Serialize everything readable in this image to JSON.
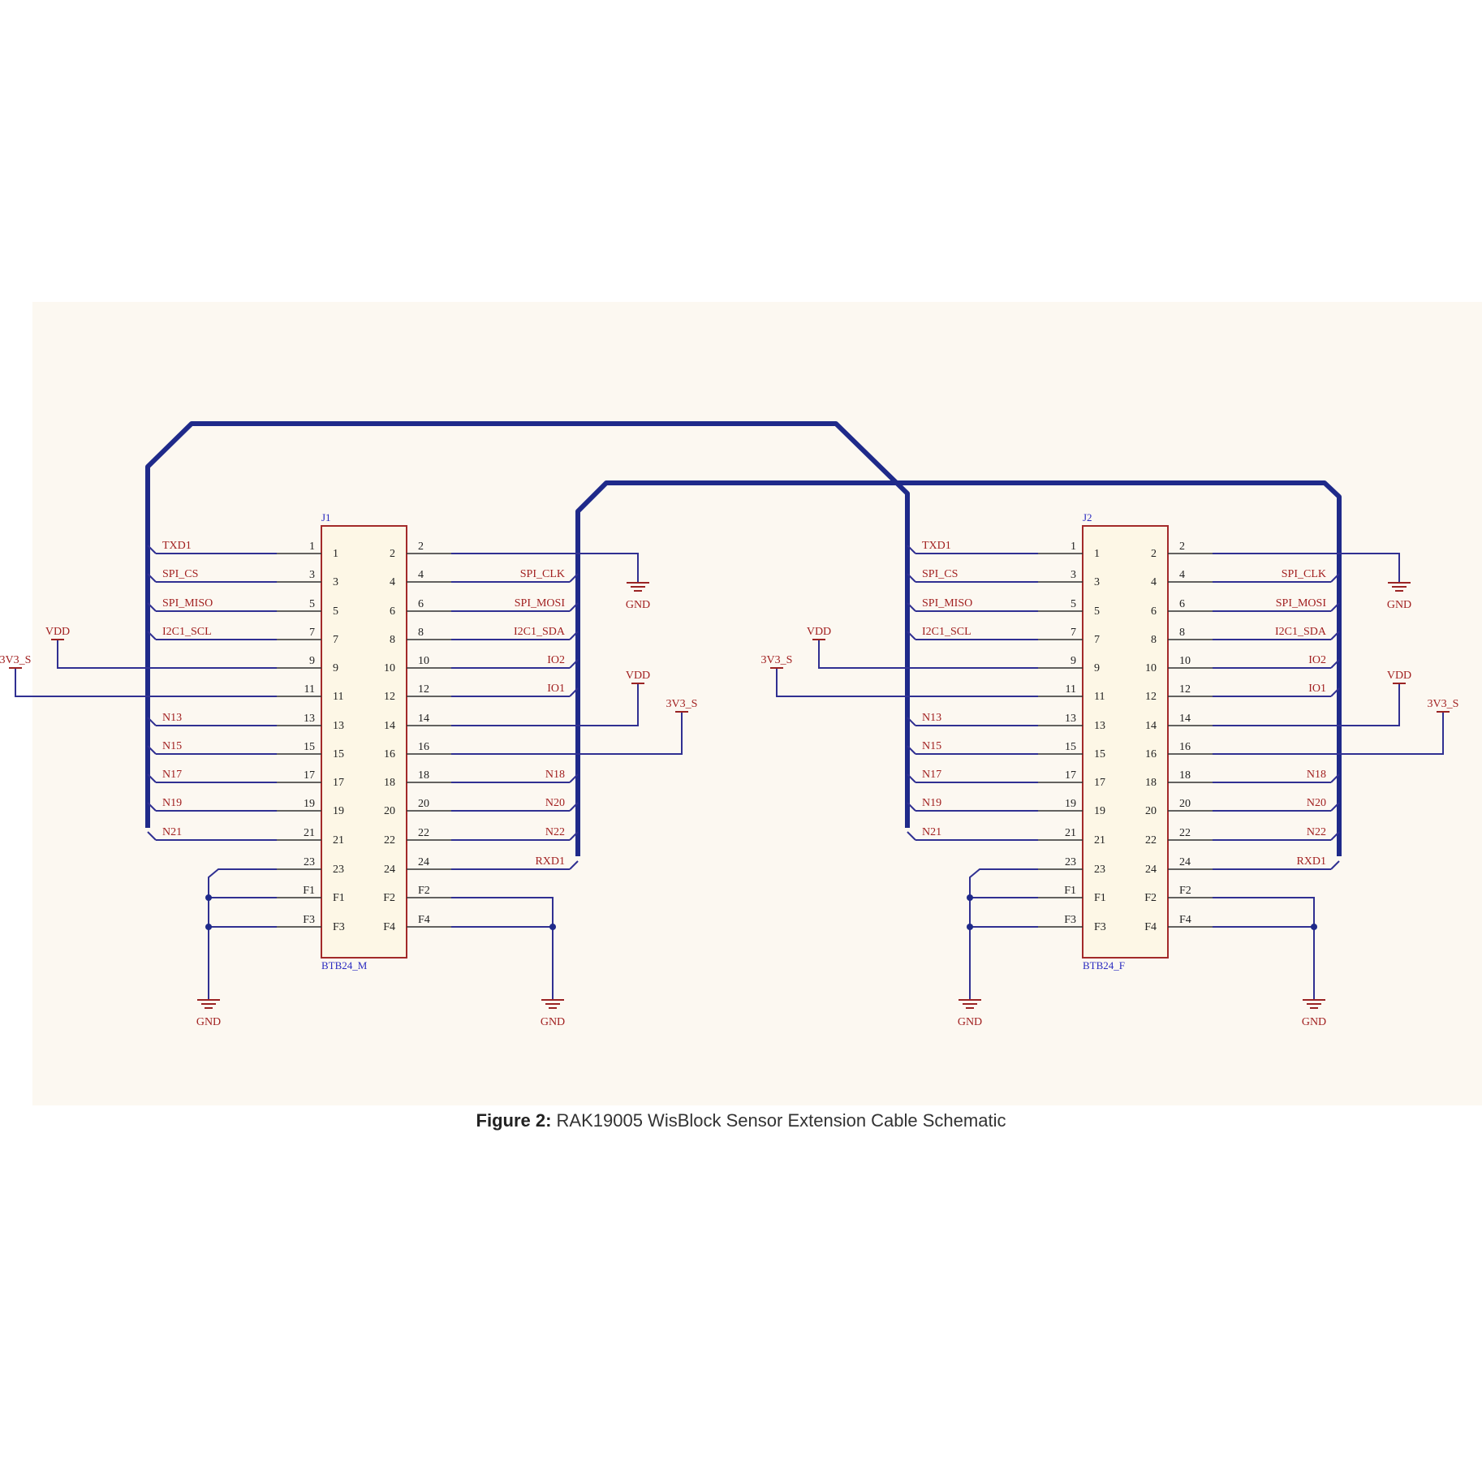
{
  "figure": {
    "caption_prefix": "Figure 2:",
    "caption_text": " RAK19005 WisBlock Sensor Extension Cable Schematic"
  },
  "colors": {
    "wire": "#303092",
    "bus": "#1f2a8a",
    "net_label": "#a11f1f",
    "body_fill": "#fdf7e6",
    "body_stroke": "#a32a2a"
  },
  "connectors": [
    {
      "designator": "J1",
      "part": "BTB24_M",
      "pins_left": [
        "1",
        "3",
        "5",
        "7",
        "9",
        "11",
        "13",
        "15",
        "17",
        "19",
        "21",
        "23",
        "F1",
        "F3"
      ],
      "pins_right": [
        "2",
        "4",
        "6",
        "8",
        "10",
        "12",
        "14",
        "16",
        "18",
        "20",
        "22",
        "24",
        "F2",
        "F4"
      ],
      "nets_left": [
        "TXD1",
        "SPI_CS",
        "SPI_MISO",
        "I2C1_SCL",
        "",
        "",
        "N13",
        "N15",
        "N17",
        "N19",
        "N21",
        "",
        "",
        ""
      ],
      "nets_right": [
        "",
        "SPI_CLK",
        "SPI_MOSI",
        "I2C1_SDA",
        "IO2",
        "IO1",
        "",
        "",
        "N18",
        "N20",
        "N22",
        "RXD1",
        "",
        ""
      ]
    },
    {
      "designator": "J2",
      "part": "BTB24_F",
      "pins_left": [
        "1",
        "3",
        "5",
        "7",
        "9",
        "11",
        "13",
        "15",
        "17",
        "19",
        "21",
        "23",
        "F1",
        "F3"
      ],
      "pins_right": [
        "2",
        "4",
        "6",
        "8",
        "10",
        "12",
        "14",
        "16",
        "18",
        "20",
        "22",
        "24",
        "F2",
        "F4"
      ],
      "nets_left": [
        "TXD1",
        "SPI_CS",
        "SPI_MISO",
        "I2C1_SCL",
        "",
        "",
        "N13",
        "N15",
        "N17",
        "N19",
        "N21",
        "",
        "",
        ""
      ],
      "nets_right": [
        "",
        "SPI_CLK",
        "SPI_MOSI",
        "I2C1_SDA",
        "IO2",
        "IO1",
        "",
        "",
        "N18",
        "N20",
        "N22",
        "RXD1",
        "",
        ""
      ]
    }
  ],
  "power": {
    "vdd": "VDD",
    "v3s": "3V3_S",
    "gnd": "GND"
  }
}
